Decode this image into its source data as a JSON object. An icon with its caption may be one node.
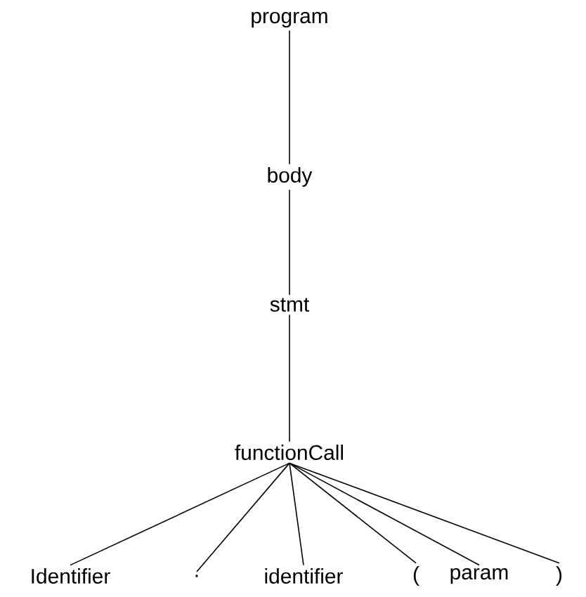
{
  "diagram": {
    "nodes": [
      {
        "text": [
          "program"
        ]
      },
      {
        "text": [
          "body"
        ]
      },
      {
        "text": [
          "stmt"
        ]
      },
      {
        "text": [
          "functionCall"
        ]
      },
      {
        "text": [
          "Identifier"
        ]
      },
      {
        "text": [
          "."
        ]
      },
      {
        "text": [
          "identifier"
        ]
      },
      {
        "text": [
          "("
        ]
      },
      {
        "text": [
          "param"
        ]
      },
      {
        "text": [
          ")"
        ]
      }
    ],
    "edges": [
      {
        "from": 0,
        "to": 1,
        "arrow": "none"
      },
      {
        "from": 1,
        "to": 2,
        "arrow": "none"
      },
      {
        "from": 2,
        "to": 3,
        "arrow": "none"
      },
      {
        "from": 3,
        "to": 4,
        "arrow": "none"
      },
      {
        "from": 3,
        "to": 5,
        "arrow": "none"
      },
      {
        "from": 3,
        "to": 6,
        "arrow": "none"
      },
      {
        "from": 3,
        "to": 7,
        "arrow": "none"
      },
      {
        "from": 3,
        "to": 8,
        "arrow": "none"
      },
      {
        "from": 3,
        "to": 9,
        "arrow": "none"
      }
    ]
  }
}
